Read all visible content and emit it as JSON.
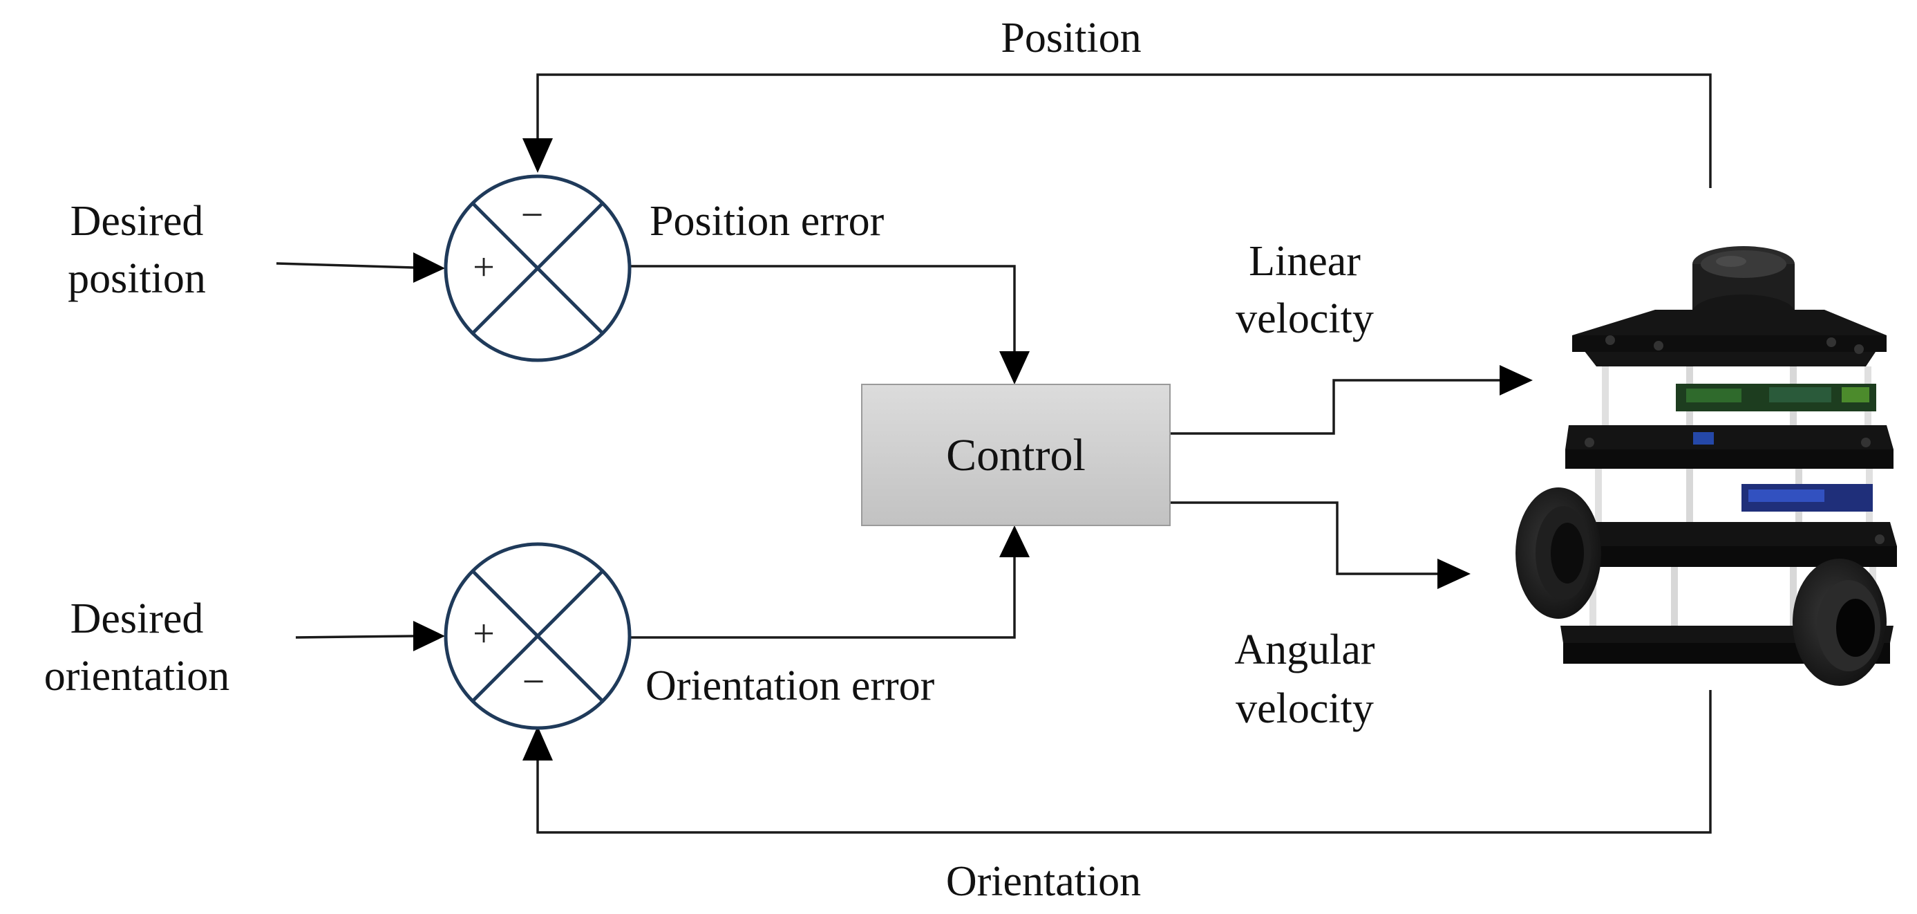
{
  "labels": {
    "feedback_position": "Position",
    "feedback_orientation": "Orientation",
    "desired_position_1": "Desired",
    "desired_position_2": "position",
    "desired_orientation_1": "Desired",
    "desired_orientation_2": "orientation",
    "position_error": "Position error",
    "orientation_error": "Orientation error",
    "linear_velocity_1": "Linear",
    "linear_velocity_2": "velocity",
    "angular_velocity_1": "Angular",
    "angular_velocity_2": "velocity"
  },
  "controller": {
    "label": "Control"
  },
  "summing_junctions": {
    "position": {
      "top_sign": "−",
      "left_sign": "+"
    },
    "orientation": {
      "left_sign": "+",
      "bottom_sign": "−"
    }
  },
  "colors": {
    "junction_stroke": "#1f3a5a",
    "control_fill": "#cfcfcf",
    "control_stroke": "#9a9a9a",
    "wire": "#1a1a1a"
  },
  "icons": {
    "robot": "mobile-robot-icon"
  }
}
